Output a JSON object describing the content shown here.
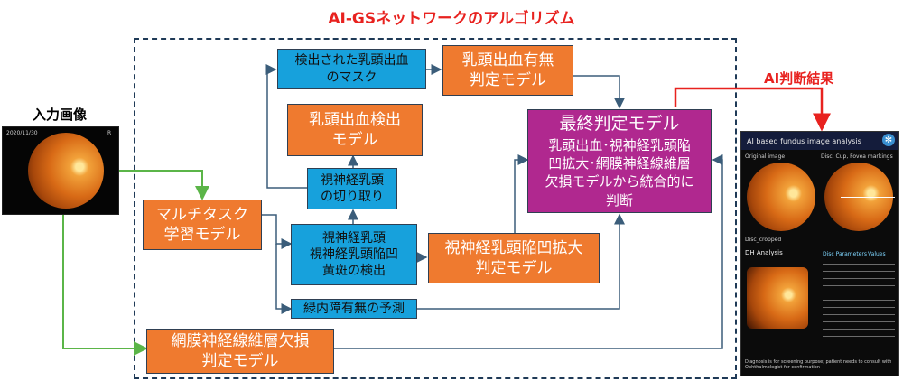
{
  "title": "AI-GSネットワークのアルゴリズム",
  "input_label": "入力画像",
  "result_label": "AI判断結果",
  "input_image": {
    "date": "2020/11/30",
    "tag": "R"
  },
  "nodes": {
    "mask": "検出された乳頭出血\nのマスク",
    "hem_judge": "乳頭出血有無\n判定モデル",
    "hem_detect": "乳頭出血検出\nモデル",
    "crop": "視神経乳頭\nの切り取り",
    "multitask": "マルチタスク\n学習モデル",
    "detect": "視神経乳頭\n視神経乳頭陥凹\n黄斑の検出",
    "cup_judge": "視神経乳頭陥凹拡大\n判定モデル",
    "glaucoma": "緑内障有無の予測",
    "rnfl": "網膜神経線維層欠損\n判定モデル",
    "final_title": "最終判定モデル",
    "final_body": "乳頭出血･視神経乳頭陥\n凹拡大･網膜神経線維層\n欠損モデルから統合的に\n判断"
  },
  "panel": {
    "header": "AI based fundus image analysis",
    "original_label": "Original image",
    "markings_label": "Disc, Cup, Fovea markings",
    "cropped_label": "Disc_cropped",
    "dh_label": "DH Analysis",
    "params_header": "Disc Parameters",
    "values_header": "Values",
    "footer": "Diagnosis is for screening purpose; patient needs to consult with Ophthalmologist for confirmation"
  },
  "colors": {
    "orange": "#ef7a2f",
    "blue": "#17a1dc",
    "purple": "#b0288f",
    "green": "#5bb548",
    "red": "#e8221f",
    "arrow": "#3b5d7a"
  }
}
